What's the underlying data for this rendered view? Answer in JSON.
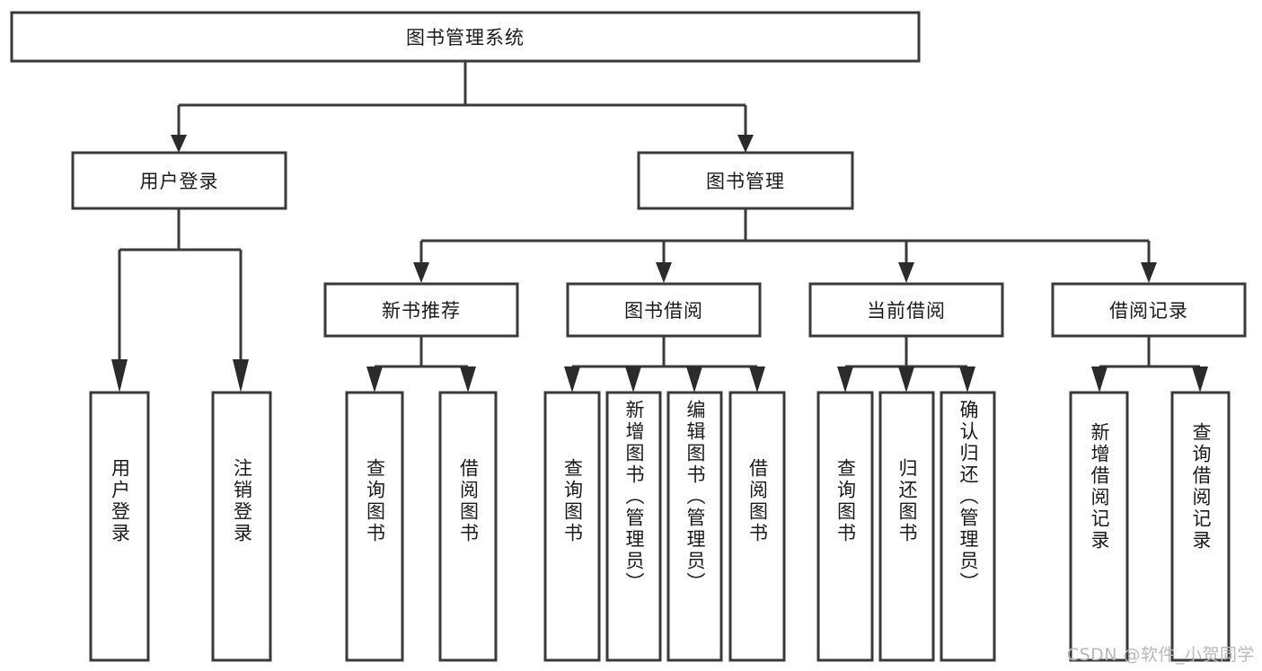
{
  "diagram": {
    "type": "tree",
    "title": "图书管理系统",
    "watermark": "CSDN @软件_小贺同学",
    "colors": {
      "background": "#ffffff",
      "box_fill": "#ffffff",
      "box_stroke": "#3a3a3a",
      "connector": "#3a3a3a",
      "text": "#1a1a1a",
      "watermark": "#b8b8b8"
    },
    "nodes": {
      "root": {
        "label": "图书管理系统",
        "level": 0,
        "orientation": "horizontal"
      },
      "l1": [
        {
          "id": "user-login",
          "label": "用户登录",
          "orientation": "horizontal"
        },
        {
          "id": "book-manage",
          "label": "图书管理",
          "orientation": "horizontal"
        }
      ],
      "l2": [
        {
          "id": "new-book-recommend",
          "label": "新书推荐",
          "parent": "book-manage",
          "orientation": "horizontal"
        },
        {
          "id": "book-borrow",
          "label": "图书借阅",
          "parent": "book-manage",
          "orientation": "horizontal"
        },
        {
          "id": "current-borrow",
          "label": "当前借阅",
          "parent": "book-manage",
          "orientation": "horizontal"
        },
        {
          "id": "borrow-record",
          "label": "借阅记录",
          "parent": "book-manage",
          "orientation": "horizontal"
        }
      ],
      "leaves": [
        {
          "id": "leaf-user-login",
          "label": "用户登录",
          "parent": "user-login",
          "orientation": "vertical"
        },
        {
          "id": "leaf-user-logout",
          "label": "注销登录",
          "parent": "user-login",
          "orientation": "vertical"
        },
        {
          "id": "leaf-query-book-1",
          "label": "查询图书",
          "parent": "new-book-recommend",
          "orientation": "vertical"
        },
        {
          "id": "leaf-borrow-book-1",
          "label": "借阅图书",
          "parent": "new-book-recommend",
          "orientation": "vertical"
        },
        {
          "id": "leaf-query-book-2",
          "label": "查询图书",
          "parent": "book-borrow",
          "orientation": "vertical"
        },
        {
          "id": "leaf-add-book",
          "label": "新增图书（管理员）",
          "parent": "book-borrow",
          "orientation": "vertical"
        },
        {
          "id": "leaf-edit-book",
          "label": "编辑图书（管理员）",
          "parent": "book-borrow",
          "orientation": "vertical"
        },
        {
          "id": "leaf-borrow-book-2",
          "label": "借阅图书",
          "parent": "book-borrow",
          "orientation": "vertical"
        },
        {
          "id": "leaf-query-book-3",
          "label": "查询图书",
          "parent": "current-borrow",
          "orientation": "vertical"
        },
        {
          "id": "leaf-return-book",
          "label": "归还图书",
          "parent": "current-borrow",
          "orientation": "vertical"
        },
        {
          "id": "leaf-confirm-return",
          "label": "确认归还（管理员）",
          "parent": "current-borrow",
          "orientation": "vertical"
        },
        {
          "id": "leaf-add-record",
          "label": "新增借阅记录",
          "parent": "borrow-record",
          "orientation": "vertical"
        },
        {
          "id": "leaf-query-record",
          "label": "查询借阅记录",
          "parent": "borrow-record",
          "orientation": "vertical"
        }
      ]
    }
  }
}
